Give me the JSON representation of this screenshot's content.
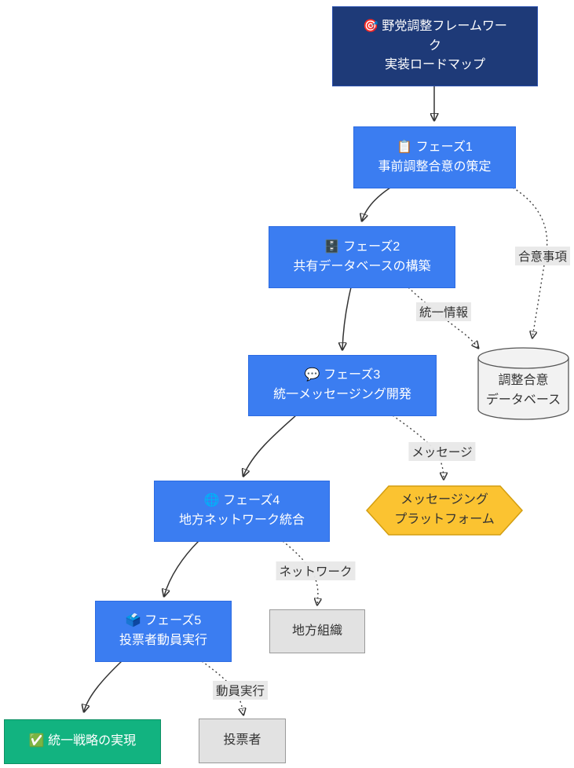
{
  "diagram": {
    "type": "flowchart",
    "direction": "top-down",
    "background_color": "#ffffff",
    "nodes": {
      "title": {
        "shape": "rectangle",
        "icon": "target-emoji",
        "label": "🎯 野党調整フレームワー\nク\n実装ロードマップ",
        "fill": "#1e3a78",
        "stroke": "#2b50ae",
        "text_color": "#ffffff"
      },
      "phase1": {
        "shape": "rectangle",
        "icon": "clipboard-emoji",
        "label": "📋 フェーズ1\n事前調整合意の策定",
        "fill": "#3b7df1",
        "stroke": "#2c6be2",
        "text_color": "#ffffff"
      },
      "phase2": {
        "shape": "rectangle",
        "icon": "file-cabinet-emoji",
        "label": "🗄️ フェーズ2\n共有データベースの構築",
        "fill": "#3b7df1",
        "stroke": "#2c6be2",
        "text_color": "#ffffff"
      },
      "phase3": {
        "shape": "rectangle",
        "icon": "speech-balloon-emoji",
        "label": "💬 フェーズ3\n統一メッセージング開発",
        "fill": "#3b7df1",
        "stroke": "#2c6be2",
        "text_color": "#ffffff"
      },
      "phase4": {
        "shape": "rectangle",
        "icon": "globe-emoji",
        "label": "🌐 フェーズ4\n地方ネットワーク統合",
        "fill": "#3b7df1",
        "stroke": "#2c6be2",
        "text_color": "#ffffff"
      },
      "phase5": {
        "shape": "rectangle",
        "icon": "ballot-box-emoji",
        "label": "🗳️ フェーズ5\n投票者動員実行",
        "fill": "#3b7df1",
        "stroke": "#2c6be2",
        "text_color": "#ffffff"
      },
      "goal": {
        "shape": "rectangle",
        "icon": "check-mark-emoji",
        "label": "✅ 統一戦略の実現",
        "fill": "#12b380",
        "stroke": "#0e9064",
        "text_color": "#ffffff"
      },
      "database": {
        "shape": "cylinder",
        "label": "調整合意\nデータベース",
        "fill": "#f2f2f2",
        "stroke": "#555555",
        "text_color": "#333333"
      },
      "platform": {
        "shape": "hexagon",
        "label": "メッセージング\nプラットフォーム",
        "fill": "#fbc331",
        "stroke": "#d39e10",
        "text_color": "#333333"
      },
      "local_orgs": {
        "shape": "rectangle",
        "label": "地方組織",
        "fill": "#e2e2e2",
        "stroke": "#9a9a9a",
        "text_color": "#333333"
      },
      "voters": {
        "shape": "rectangle",
        "label": "投票者",
        "fill": "#e2e2e2",
        "stroke": "#9a9a9a",
        "text_color": "#333333"
      }
    },
    "edges": [
      {
        "from": "title",
        "to": "phase1",
        "style": "solid",
        "label": ""
      },
      {
        "from": "phase1",
        "to": "phase2",
        "style": "solid",
        "label": ""
      },
      {
        "from": "phase2",
        "to": "phase3",
        "style": "solid",
        "label": ""
      },
      {
        "from": "phase3",
        "to": "phase4",
        "style": "solid",
        "label": ""
      },
      {
        "from": "phase4",
        "to": "phase5",
        "style": "solid",
        "label": ""
      },
      {
        "from": "phase5",
        "to": "goal",
        "style": "solid",
        "label": ""
      },
      {
        "from": "phase1",
        "to": "database",
        "style": "dotted",
        "label": "合意事項"
      },
      {
        "from": "phase2",
        "to": "database",
        "style": "dotted",
        "label": "統一情報"
      },
      {
        "from": "phase3",
        "to": "platform",
        "style": "dotted",
        "label": "メッセージ"
      },
      {
        "from": "phase4",
        "to": "local_orgs",
        "style": "dotted",
        "label": "ネットワーク"
      },
      {
        "from": "phase5",
        "to": "voters",
        "style": "dotted",
        "label": "動員実行"
      }
    ]
  }
}
